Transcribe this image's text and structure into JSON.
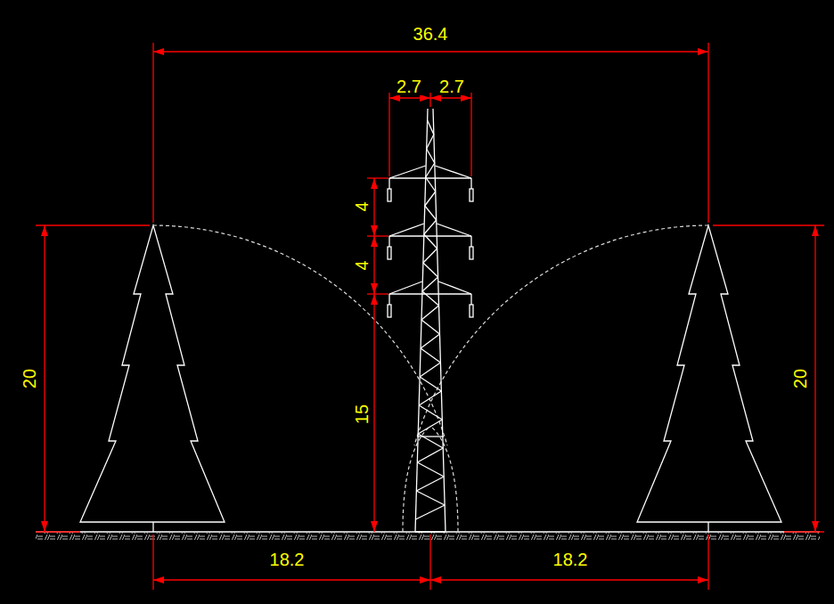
{
  "diagram": {
    "labels": [
      "36.4",
      "2.7",
      "2.7",
      "4",
      "4",
      "15",
      "20",
      "20",
      "18.2",
      "18.2"
    ]
  }
}
